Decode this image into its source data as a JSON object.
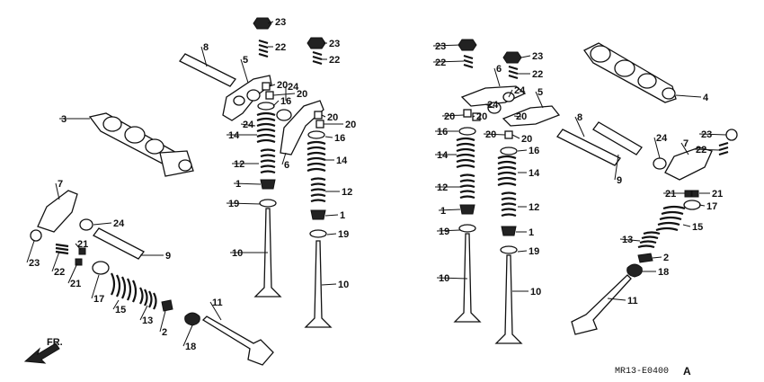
{
  "diagram": {
    "drawing_code": "MR13-E0400",
    "drawing_rev": "A",
    "front_arrow_label": "FR.",
    "callouts": [
      {
        "id": "c1",
        "text": "23"
      },
      {
        "id": "c2",
        "text": "22"
      },
      {
        "id": "c3",
        "text": "23"
      },
      {
        "id": "c4",
        "text": "22"
      },
      {
        "id": "c5",
        "text": "8"
      },
      {
        "id": "c6",
        "text": "5"
      },
      {
        "id": "c7",
        "text": "20"
      },
      {
        "id": "c8",
        "text": "24"
      },
      {
        "id": "c9",
        "text": "20"
      },
      {
        "id": "c10",
        "text": "16"
      },
      {
        "id": "c11",
        "text": "20"
      },
      {
        "id": "c12",
        "text": "20"
      },
      {
        "id": "c13",
        "text": "24"
      },
      {
        "id": "c14",
        "text": "14"
      },
      {
        "id": "c15",
        "text": "16"
      },
      {
        "id": "c16",
        "text": "14"
      },
      {
        "id": "c17",
        "text": "12"
      },
      {
        "id": "c18",
        "text": "6"
      },
      {
        "id": "c19",
        "text": "1"
      },
      {
        "id": "c20",
        "text": "12"
      },
      {
        "id": "c21",
        "text": "19"
      },
      {
        "id": "c22",
        "text": "1"
      },
      {
        "id": "c23",
        "text": "19"
      },
      {
        "id": "c24",
        "text": "10"
      },
      {
        "id": "c25",
        "text": "10"
      },
      {
        "id": "c26",
        "text": "11"
      },
      {
        "id": "c27",
        "text": "3"
      },
      {
        "id": "c28",
        "text": "7"
      },
      {
        "id": "c29",
        "text": "24"
      },
      {
        "id": "c30",
        "text": "21"
      },
      {
        "id": "c31",
        "text": "9"
      },
      {
        "id": "c32",
        "text": "23"
      },
      {
        "id": "c33",
        "text": "22"
      },
      {
        "id": "c34",
        "text": "21"
      },
      {
        "id": "c35",
        "text": "17"
      },
      {
        "id": "c36",
        "text": "15"
      },
      {
        "id": "c37",
        "text": "13"
      },
      {
        "id": "c38",
        "text": "2"
      },
      {
        "id": "c39",
        "text": "18"
      },
      {
        "id": "c40",
        "text": "23"
      },
      {
        "id": "c41",
        "text": "22"
      },
      {
        "id": "c42",
        "text": "23"
      },
      {
        "id": "c43",
        "text": "22"
      },
      {
        "id": "c44",
        "text": "6"
      },
      {
        "id": "c45",
        "text": "4"
      },
      {
        "id": "c46",
        "text": "24"
      },
      {
        "id": "c47",
        "text": "5"
      },
      {
        "id": "c48",
        "text": "20"
      },
      {
        "id": "c49",
        "text": "20"
      },
      {
        "id": "c50",
        "text": "24"
      },
      {
        "id": "c51",
        "text": "20"
      },
      {
        "id": "c52",
        "text": "8"
      },
      {
        "id": "c53",
        "text": "20"
      },
      {
        "id": "c54",
        "text": "16"
      },
      {
        "id": "c55",
        "text": "20"
      },
      {
        "id": "c56",
        "text": "16"
      },
      {
        "id": "c57",
        "text": "24"
      },
      {
        "id": "c58",
        "text": "7"
      },
      {
        "id": "c59",
        "text": "23"
      },
      {
        "id": "c60",
        "text": "14"
      },
      {
        "id": "c61",
        "text": "22"
      },
      {
        "id": "c62",
        "text": "14"
      },
      {
        "id": "c63",
        "text": "9"
      },
      {
        "id": "c64",
        "text": "12"
      },
      {
        "id": "c65",
        "text": "21"
      },
      {
        "id": "c66",
        "text": "21"
      },
      {
        "id": "c67",
        "text": "12"
      },
      {
        "id": "c68",
        "text": "17"
      },
      {
        "id": "c69",
        "text": "1"
      },
      {
        "id": "c70",
        "text": "15"
      },
      {
        "id": "c71",
        "text": "19"
      },
      {
        "id": "c72",
        "text": "1"
      },
      {
        "id": "c73",
        "text": "13"
      },
      {
        "id": "c74",
        "text": "19"
      },
      {
        "id": "c75",
        "text": "2"
      },
      {
        "id": "c76",
        "text": "18"
      },
      {
        "id": "c77",
        "text": "10"
      },
      {
        "id": "c78",
        "text": "10"
      },
      {
        "id": "c79",
        "text": "11"
      }
    ]
  }
}
